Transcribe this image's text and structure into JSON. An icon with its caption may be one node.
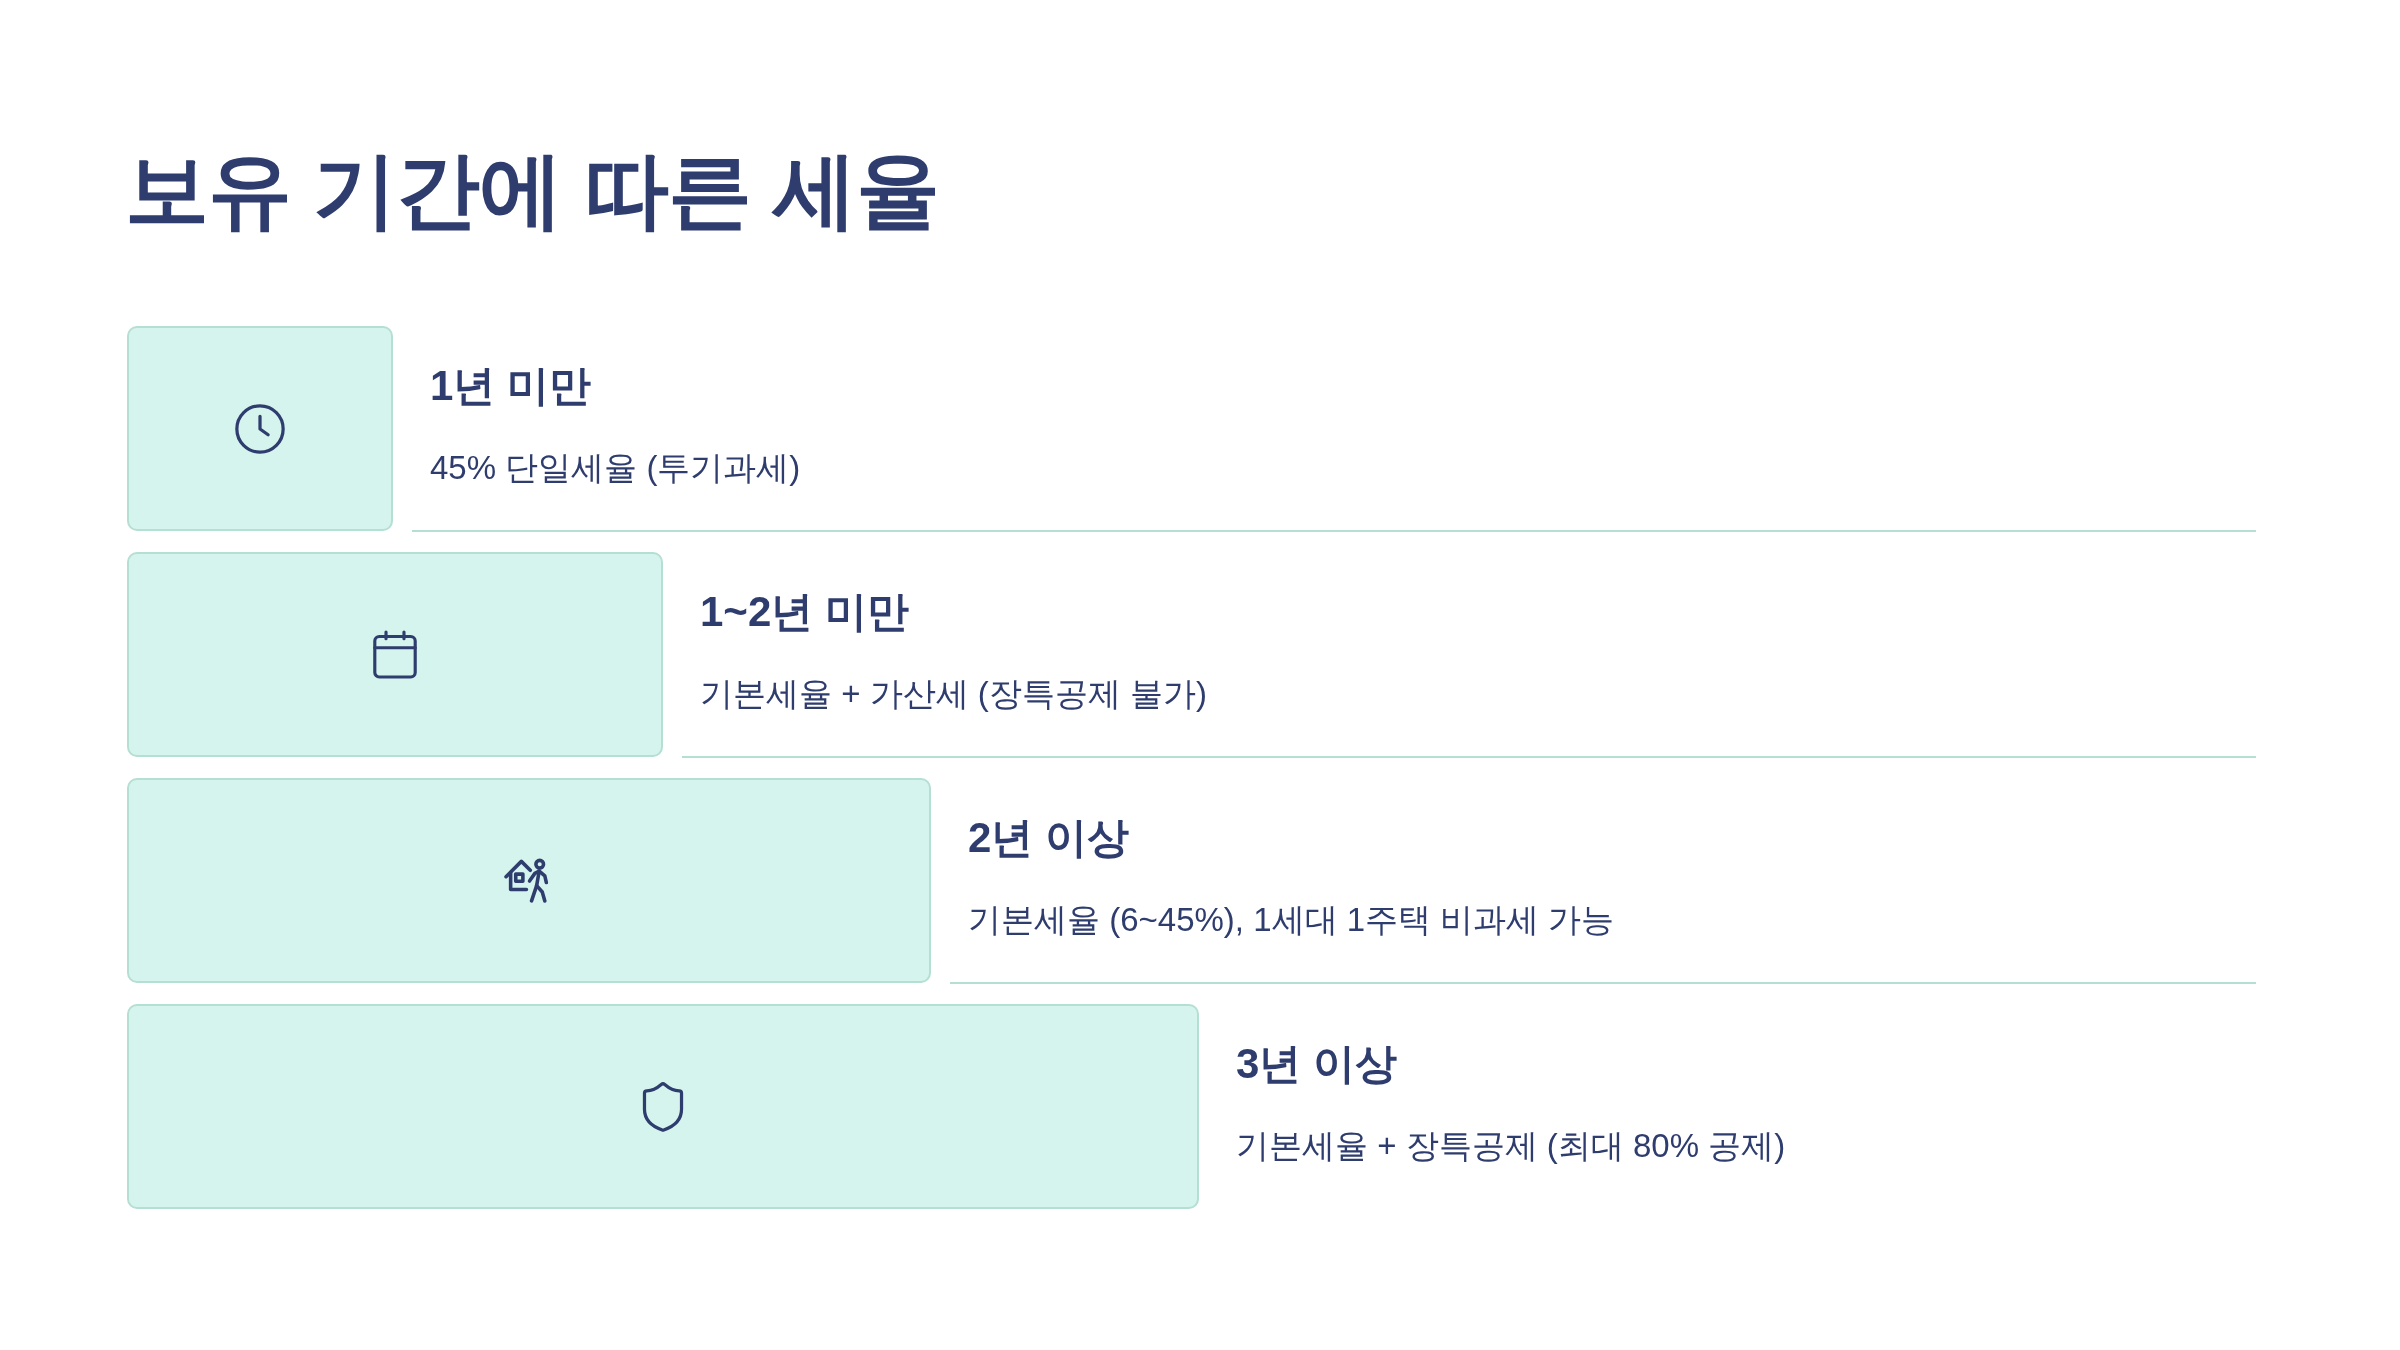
{
  "diagram": {
    "title": "보유 기간에 따른 세율",
    "nodes": [
      {
        "text": [],
        "shape": "bar",
        "beside": [
          "1년 미만",
          "45% 단일세율 (투기과세)"
        ]
      },
      {
        "text": [],
        "shape": "bar",
        "beside": [
          "1~2년 미만",
          "기본세율 + 가산세 (장특공제 불가)"
        ]
      },
      {
        "text": [],
        "shape": "bar",
        "beside": [
          "2년 이상",
          "기본세율 (6~45%), 1세대 1주택 비과세 가능"
        ]
      },
      {
        "text": [],
        "shape": "bar",
        "beside": [
          "3년 이상",
          "기본세율 + 장특공제 (최대 80% 공제)"
        ]
      }
    ]
  }
}
